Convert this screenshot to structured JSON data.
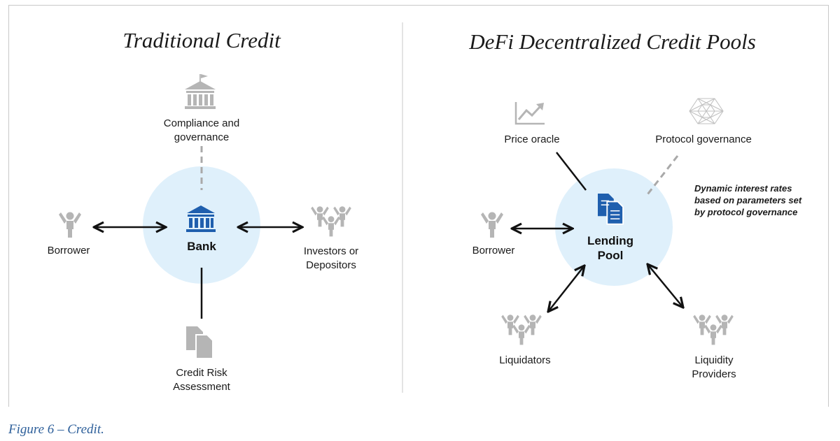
{
  "left_panel": {
    "title": "Traditional Credit",
    "center": "Bank",
    "nodes": {
      "compliance_line1": "Compliance and",
      "compliance_line2": "governance",
      "borrower": "Borrower",
      "investors_line1": "Investors or",
      "investors_line2": "Depositors",
      "risk_line1": "Credit Risk",
      "risk_line2": "Assessment"
    }
  },
  "right_panel": {
    "title": "DeFi Decentralized Credit Pools",
    "center_line1": "Lending",
    "center_line2": "Pool",
    "nodes": {
      "price_oracle": "Price oracle",
      "protocol_governance": "Protocol governance",
      "borrower": "Borrower",
      "liquidators": "Liquidators",
      "providers_line1": "Liquidity",
      "providers_line2": "Providers"
    },
    "note_lines": [
      "Dynamic interest rates",
      "based on parameters set",
      "by protocol governance"
    ]
  },
  "caption": "Figure 6 – Credit.",
  "colors": {
    "circle_fill": "#dff0fb",
    "center_icon": "#1f5fae",
    "node_icon": "#b5b5b5",
    "arrow": "#111111",
    "dashed": "#a9a9a9",
    "caption": "#2d5f9a"
  }
}
